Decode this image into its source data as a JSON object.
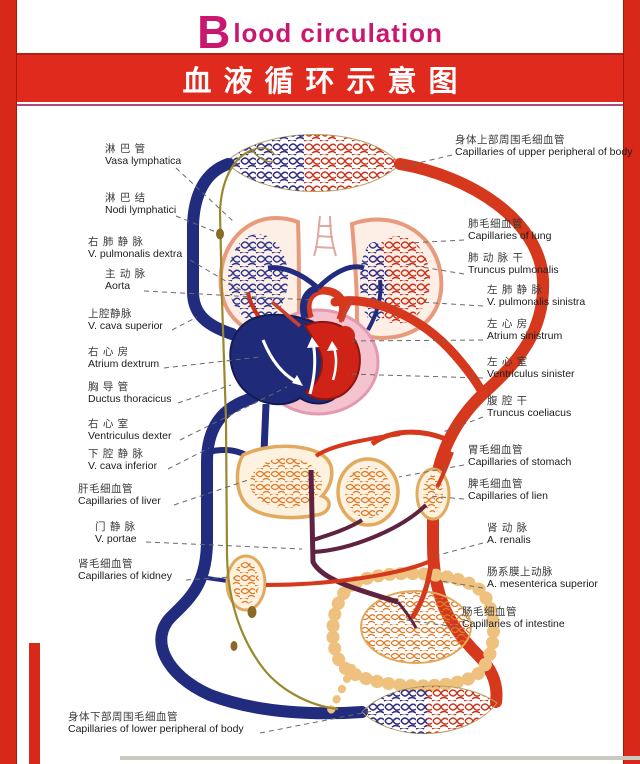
{
  "header": {
    "title_initial": "B",
    "title_rest": "lood circulation",
    "banner_cn": "血液循环示意图",
    "accent_magenta": "#c9186f",
    "banner_red": "#e02a1e",
    "edge_strip_red": "#d8281a"
  },
  "diagram_colors": {
    "artery": "#d5381c",
    "vein": "#212c7e",
    "lymph_vessel": "#99882e",
    "portal_vein": "#5f2240",
    "organ_mesh": "#dd7a28",
    "organ_outline": "#e2aa5e",
    "lung_outline": "#e89a7c",
    "pericardium_pink": "#f5c3d0"
  },
  "labels_left": [
    {
      "cn": "淋 巴 管",
      "la": "Vasa lymphatica"
    },
    {
      "cn": "淋 巴 结",
      "la": "Nodi lymphatici"
    },
    {
      "cn": "右 肺 静 脉",
      "la": "V. pulmonalis dextra"
    },
    {
      "cn": "主 动 脉",
      "la": "Aorta"
    },
    {
      "cn": "上腔静脉",
      "la": "V. cava superior"
    },
    {
      "cn": "右 心 房",
      "la": "Atrium dextrum"
    },
    {
      "cn": "胸 导 管",
      "la": "Ductus thoracicus"
    },
    {
      "cn": "右 心 室",
      "la": "Ventriculus dexter"
    },
    {
      "cn": "下 腔 静 脉",
      "la": "V. cava inferior"
    },
    {
      "cn": "肝毛细血管",
      "la": "Capillaries of liver"
    },
    {
      "cn": "门 静 脉",
      "la": "V. portae"
    },
    {
      "cn": "肾毛细血管",
      "la": "Capillaries of kidney"
    },
    {
      "cn": "身体下部周围毛细血管",
      "la": "Capillaries of lower peripheral of body"
    }
  ],
  "labels_right": [
    {
      "cn": "身体上部周围毛细血管",
      "la": "Capillaries of upper peripheral of body"
    },
    {
      "cn": "肺毛细血管",
      "la": "Capillaries of lung"
    },
    {
      "cn": "肺 动 脉 干",
      "la": "Truncus pulmonalis"
    },
    {
      "cn": "左 肺 静 脉",
      "la": "V. pulmonalis sinistra"
    },
    {
      "cn": "左 心 房",
      "la": "Atrium sinistrum"
    },
    {
      "cn": "左 心 室",
      "la": "Ventriculus sinister"
    },
    {
      "cn": "腹 腔 干",
      "la": "Truncus coeliacus"
    },
    {
      "cn": "胃毛细血管",
      "la": "Capillaries of stomach"
    },
    {
      "cn": "脾毛细血管",
      "la": "Capillaries of lien"
    },
    {
      "cn": "肾 动 脉",
      "la": "A. renalis"
    },
    {
      "cn": "肠系膜上动脉",
      "la": "A. mesenterica superior"
    },
    {
      "cn": "肠毛细血管",
      "la": "Capillaries of intestine"
    }
  ]
}
